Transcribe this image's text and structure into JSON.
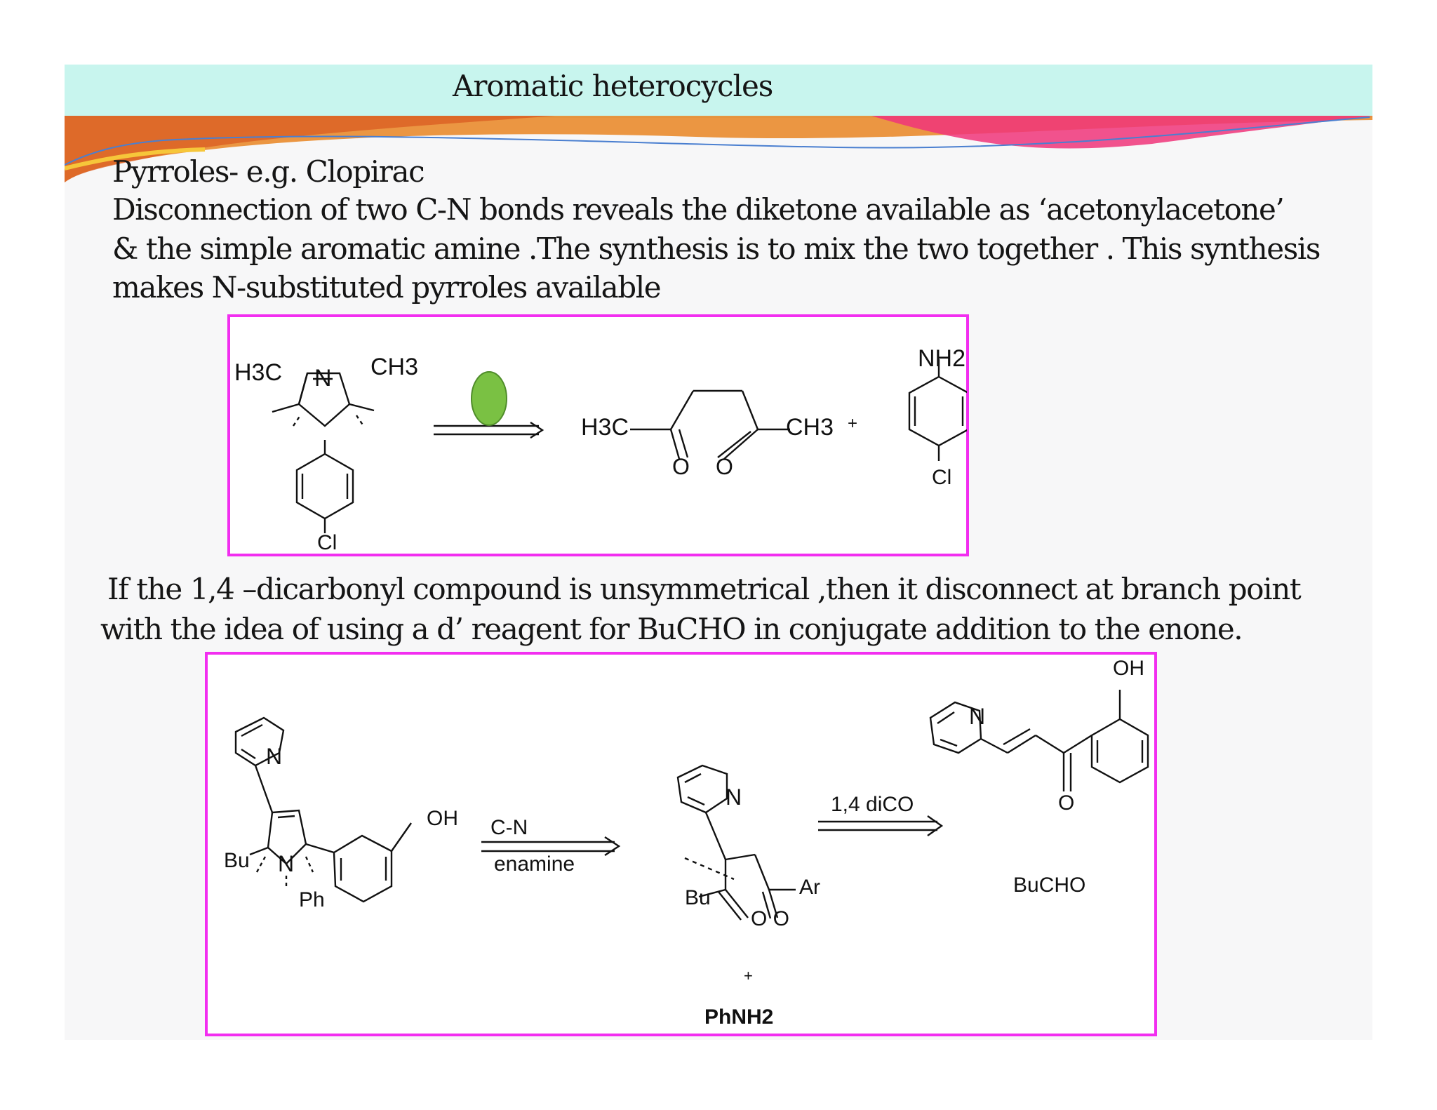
{
  "slide": {
    "title": "Aromatic heterocycles",
    "lines": [
      "Pyrroles- e.g. Clopirac",
      "Disconnection of two C-N bonds reveals the diketone available  as ‘acetonylacetone’",
      "& the simple aromatic amine .The synthesis  is to mix the two together . This synthesis",
      "makes N-substituted  pyrroles available"
    ],
    "lines2": [
      "If the 1,4 –dicarbonyl compound is unsymmetrical ,then it disconnect at branch point",
      "with the  idea of using a d’ reagent for BuCHO in  conjugate  addition to the enone."
    ]
  },
  "scheme1": {
    "h3c_left": "H3C",
    "ch3_left": "CH3",
    "n": "N",
    "cl_bottom": "Cl",
    "h3c_ketone": "H3C",
    "ch3_ketone": "CH3",
    "o1": "O",
    "o2": "O",
    "plus": "+",
    "nh2": "NH2",
    "cl_aniline": "Cl"
  },
  "scheme2": {
    "n_py1": "N",
    "bu": "Bu",
    "n_pyrrole": "N",
    "ph": "Ph",
    "oh": "OH",
    "cn": "C-N",
    "enamine": "enamine",
    "n_py2": "N",
    "bu2": "Bu",
    "oo": "O O",
    "ar": "Ar",
    "plus": "+",
    "phnh2": "PhNH2",
    "diCO": "1,4 diCO",
    "n_py3": "N",
    "oh2": "OH",
    "o3": "O",
    "bucho": "BuCHO"
  },
  "colors": {
    "box_border": "#f22ef0",
    "title_band": "#c8f5ee",
    "green_marker": "#7ac143"
  }
}
